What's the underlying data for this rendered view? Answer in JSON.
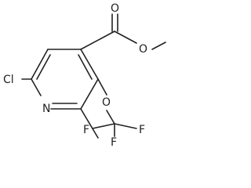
{
  "molecule": {
    "atoms": {
      "cl": "Cl",
      "n": "N",
      "o_carbonyl": "O",
      "o_ester": "O",
      "o_ether": "O",
      "f1": "F",
      "f2": "F",
      "f3": "F"
    },
    "colors": {
      "bond": "#222222",
      "text": "#222222",
      "background": "#ffffff"
    }
  }
}
